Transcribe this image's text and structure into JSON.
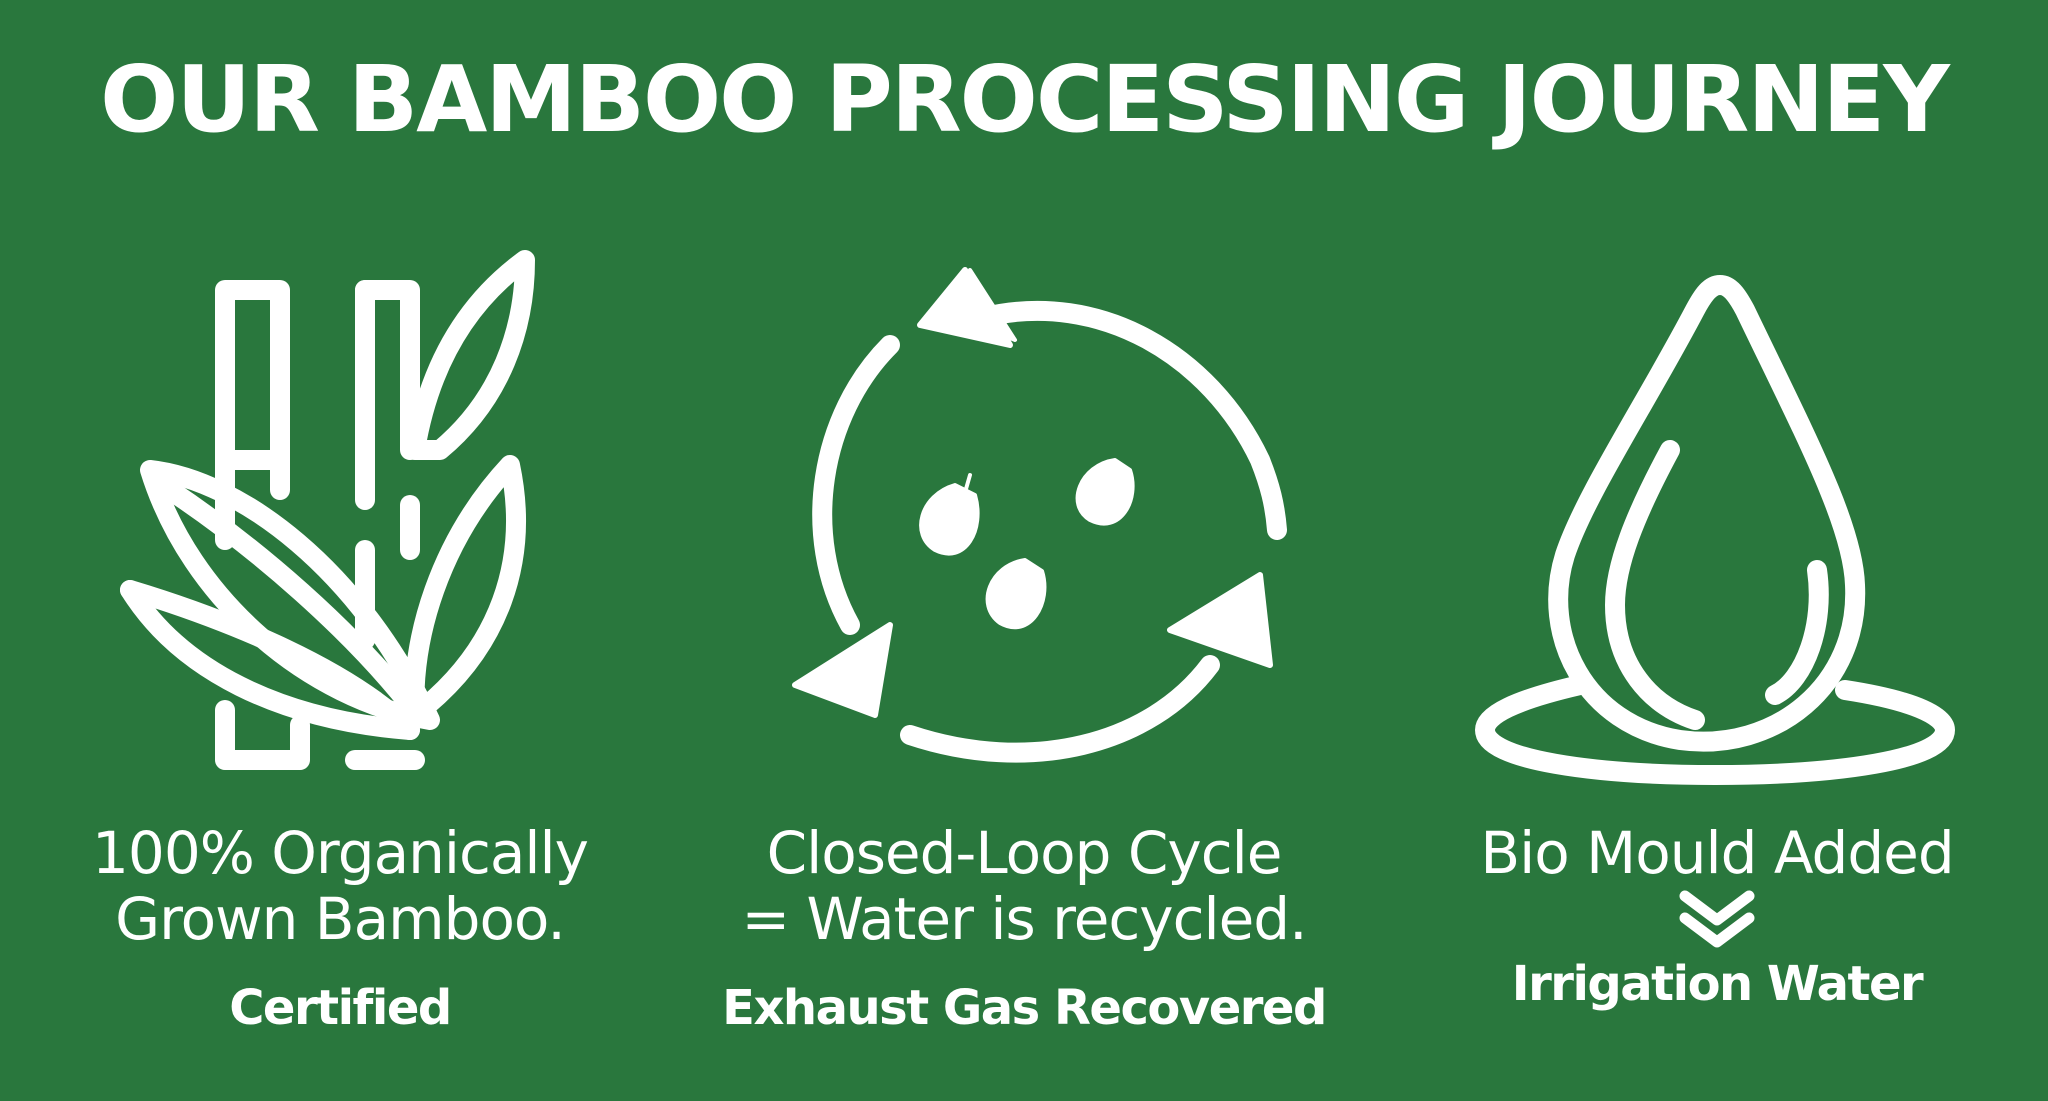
{
  "title": "OUR BAMBOO PROCESSING JOURNEY",
  "columns": [
    {
      "icon": "bamboo-icon",
      "line1": "100% Organically",
      "line2": "Grown Bamboo.",
      "bold": "Certified"
    },
    {
      "icon": "recycle-water-icon",
      "line1": "Closed-Loop Cycle",
      "line2": "= Water is recycled.",
      "bold": "Exhaust Gas Recovered"
    },
    {
      "icon": "water-drop-icon",
      "line1": "Bio Mould Added",
      "arrow_icon": "double-chevron-down-icon",
      "bold": "Irrigation Water"
    }
  ],
  "colors": {
    "background": "#29773d",
    "foreground": "#ffffff"
  }
}
